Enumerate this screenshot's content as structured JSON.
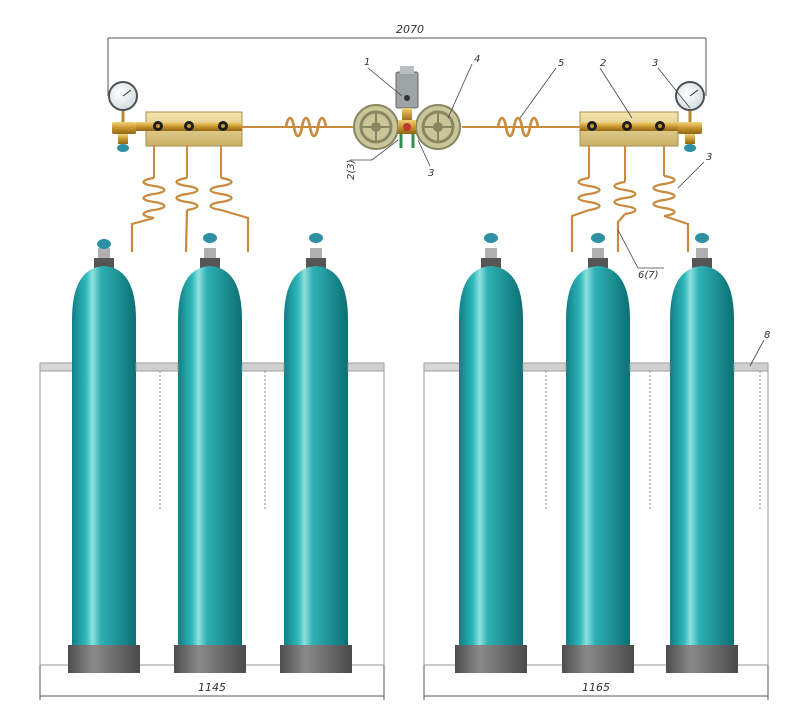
{
  "dimensions": {
    "overall_width": "2070",
    "left_group_width": "1145",
    "right_group_width": "1165"
  },
  "callouts": {
    "c1": "1",
    "c2": "4",
    "c3": "5",
    "c4": "2",
    "c5": "3",
    "c6": "3",
    "c7": "3",
    "c8": "2(3)",
    "c9": "6(7)",
    "c10": "8"
  },
  "colors": {
    "cylinder": "#1fa3a6",
    "cylinder_base": "#6f6f6f",
    "valve_knob": "#2f8fa3",
    "copper": "#c98a3e",
    "brass": "#d4a640",
    "manifold_block": "#e8d08a",
    "regulator_wheel": "#b5b48a"
  }
}
